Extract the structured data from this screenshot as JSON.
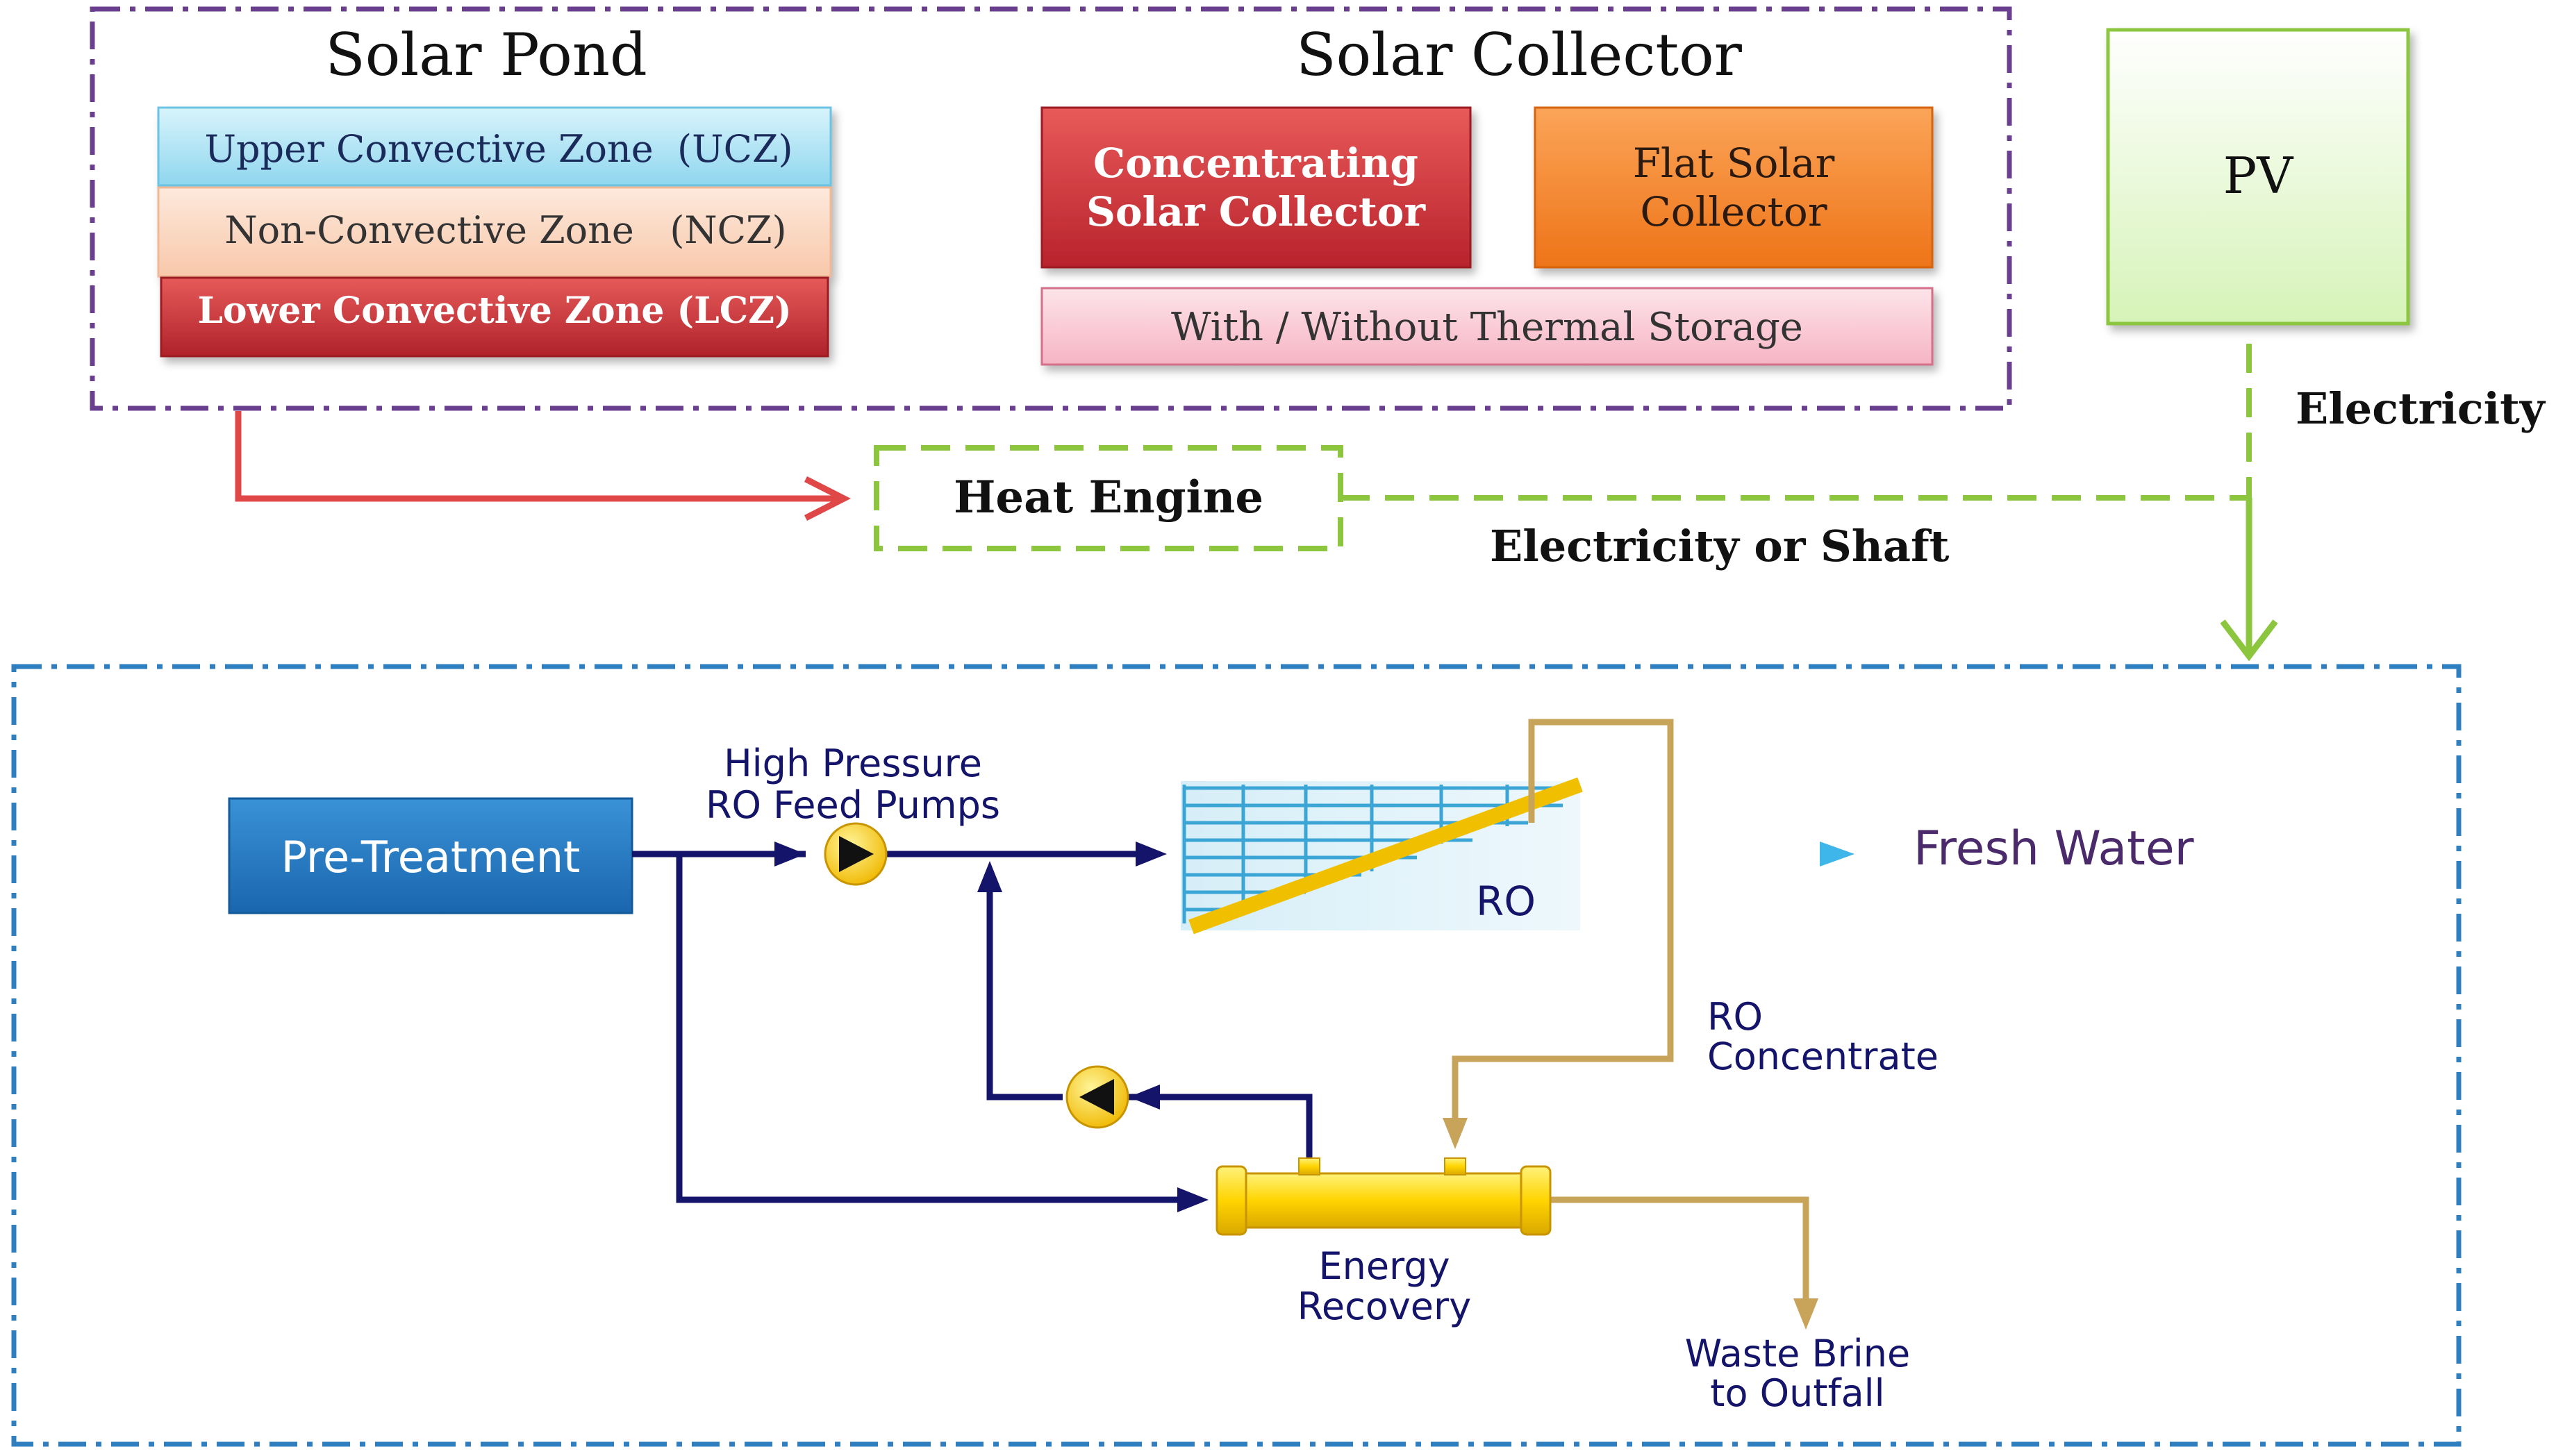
{
  "solar_pond": {
    "title": "Solar Pond",
    "upper_zone": "Upper Convective Zone  (UCZ)",
    "non_convective_zone": "Non-Convective Zone   (NCZ)",
    "lower_zone": "Lower Convective Zone (LCZ)"
  },
  "solar_collector": {
    "title": "Solar Collector",
    "concentrating": [
      "Concentrating",
      "Solar Collector"
    ],
    "flat": [
      "Flat Solar",
      "Collector"
    ],
    "storage": "With / Without Thermal Storage"
  },
  "pv": {
    "label": "PV",
    "output_label": "Electricity"
  },
  "heat_engine": {
    "label": "Heat Engine",
    "output_label": "Electricity or Shaft"
  },
  "ro_system": {
    "pretreatment": "Pre-Treatment",
    "hp_pumps": [
      "High Pressure",
      "RO Feed Pumps"
    ],
    "ro_label": "RO",
    "fresh_water": "Fresh Water",
    "ro_concentrate": [
      "RO",
      "Concentrate"
    ],
    "energy_recovery": [
      "Energy",
      "Recovery"
    ],
    "waste_brine": [
      "Waste Brine",
      "to Outfall"
    ]
  },
  "colors": {
    "source_frame": "#6b3f8f",
    "ro_frame": "#2f7fc0",
    "heat_arrow": "#e04848",
    "electricity_arrow": "#8cc63f",
    "water_line": "#14146a",
    "brine_line": "#c8a45a",
    "fresh_water_arrow": "#5bc8ef"
  }
}
